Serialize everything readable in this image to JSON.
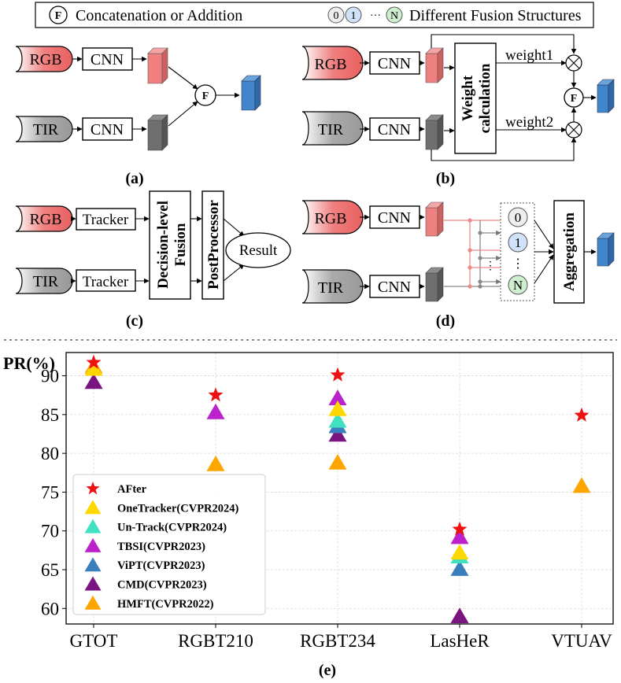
{
  "legend_top": {
    "fusion_symbol": "F",
    "fusion_text": "Concatenation or Addition",
    "struct_0": "0",
    "struct_1": "1",
    "struct_dots": "···",
    "struct_n": "N",
    "struct_text": "Different Fusion Structures"
  },
  "panel_a": {
    "rgb": "RGB",
    "tir": "TIR",
    "cnn": "CNN",
    "fusion": "F",
    "caption": "(a)"
  },
  "panel_b": {
    "rgb": "RGB",
    "tir": "TIR",
    "cnn": "CNN",
    "weight_calc_1": "Weight",
    "weight_calc_2": "calculation",
    "weight1": "weight1",
    "weight2": "weight2",
    "fusion": "F",
    "caption": "(b)"
  },
  "panel_c": {
    "rgb": "RGB",
    "tir": "TIR",
    "tracker": "Tracker",
    "decision_1": "Decision-level",
    "decision_2": "Fusion",
    "postprocessor": "PostProcessor",
    "result": "Result",
    "caption": "(c)"
  },
  "panel_d": {
    "rgb": "RGB",
    "tir": "TIR",
    "cnn": "CNN",
    "s0": "0",
    "s1": "1",
    "vdots": "⋮",
    "sn": "N",
    "small_dots": "⋮",
    "aggregation": "Aggregation",
    "caption": "(d)"
  },
  "panel_e": {
    "caption": "(e)"
  },
  "chart_data": {
    "type": "scatter",
    "ylabel": "PR(%)",
    "ylim": [
      58,
      93
    ],
    "yticks": [
      60,
      65,
      70,
      75,
      80,
      85,
      90
    ],
    "categories": [
      "GTOT",
      "RGBT210",
      "RGBT234",
      "LasHeR",
      "VTUAV"
    ],
    "grid": true,
    "legend_placement": "lower-left",
    "series": [
      {
        "name": "AFter",
        "marker": "star",
        "color": "#ee1111",
        "values": [
          91.7,
          87.5,
          90.1,
          70.2,
          84.9
        ]
      },
      {
        "name": "OneTracker(CVPR2024)",
        "marker": "triangle",
        "color": "#ffd700",
        "values": [
          90.9,
          null,
          85.7,
          67.2,
          null
        ]
      },
      {
        "name": "Un-Track(CVPR2024)",
        "marker": "triangle",
        "color": "#40e0c0",
        "values": [
          null,
          null,
          84.2,
          66.7,
          null
        ]
      },
      {
        "name": "TBSI(CVPR2023)",
        "marker": "triangle",
        "color": "#bb22cc",
        "values": [
          null,
          85.3,
          87.1,
          69.2,
          null
        ]
      },
      {
        "name": "ViPT(CVPR2023)",
        "marker": "triangle",
        "color": "#3a7fbd",
        "values": [
          null,
          null,
          83.5,
          65.1,
          null
        ]
      },
      {
        "name": "CMD(CVPR2023)",
        "marker": "triangle",
        "color": "#7a1480",
        "values": [
          89.2,
          null,
          82.4,
          59.0,
          null
        ]
      },
      {
        "name": "HMFT(CVPR2022)",
        "marker": "triangle",
        "color": "#ffa500",
        "values": [
          91.2,
          78.6,
          78.8,
          null,
          75.8
        ]
      }
    ]
  }
}
